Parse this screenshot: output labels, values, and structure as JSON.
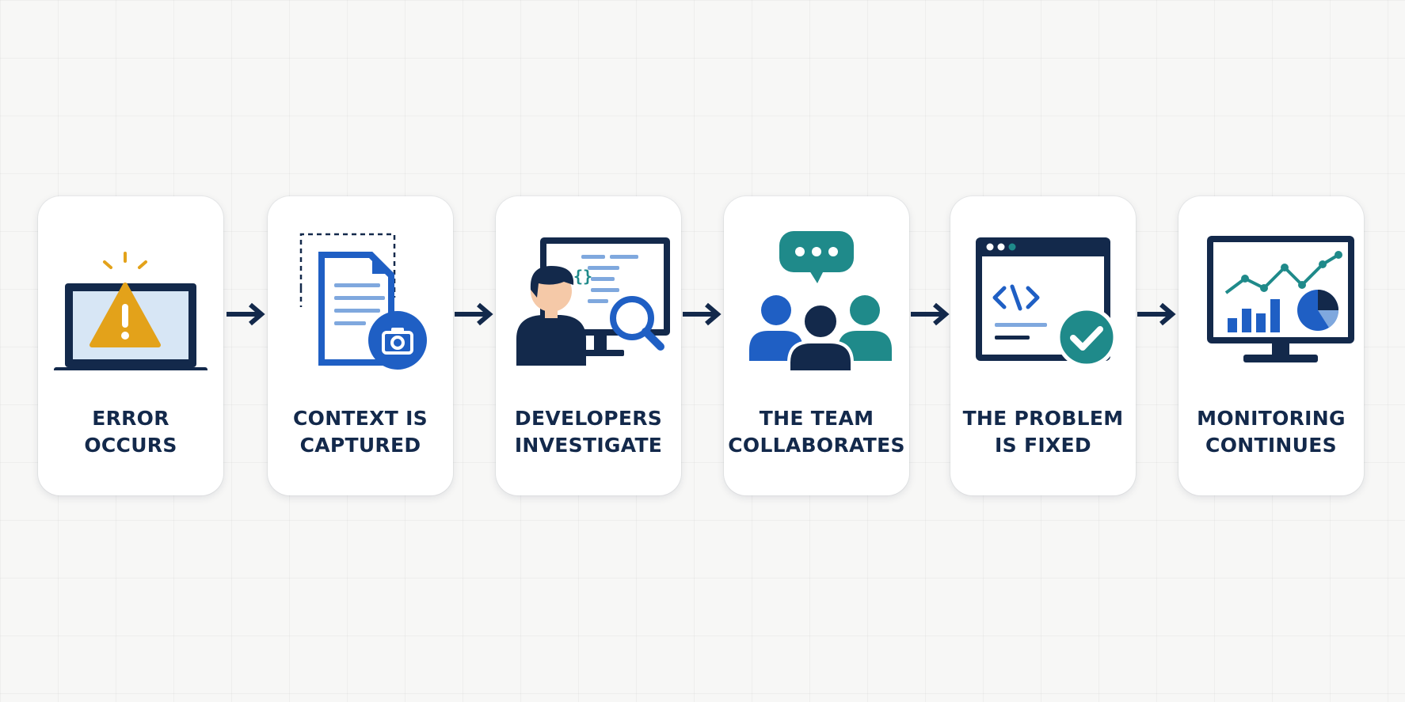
{
  "diagram": {
    "steps": [
      {
        "id": "error",
        "label": "ERROR OCCURS",
        "icon": "warning-laptop-icon"
      },
      {
        "id": "context",
        "label": "CONTEXT IS\nCAPTURED",
        "icon": "document-camera-icon"
      },
      {
        "id": "investigate",
        "label": "DEVELOPERS\nINVESTIGATE",
        "icon": "developer-magnifier-icon"
      },
      {
        "id": "collaborate",
        "label": "THE TEAM\nCOLLABORATES",
        "icon": "team-chat-icon"
      },
      {
        "id": "fixed",
        "label": "THE PROBLEM\nIS FIXED",
        "icon": "code-check-icon"
      },
      {
        "id": "monitoring",
        "label": "MONITORING\nCONTINUES",
        "icon": "monitor-chart-icon"
      }
    ],
    "colors": {
      "navy": "#13294b",
      "blue": "#1f5fc4",
      "teal": "#1f8a8a",
      "amber": "#e3a21a",
      "screen": "#d7e6f5"
    }
  }
}
